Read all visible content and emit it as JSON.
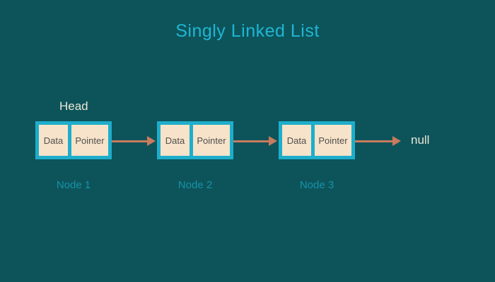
{
  "title": "Singly Linked List",
  "head_label": "Head",
  "null_label": "null",
  "nodes": [
    {
      "label": "Node 1",
      "data_label": "Data",
      "pointer_label": "Pointer"
    },
    {
      "label": "Node 2",
      "data_label": "Data",
      "pointer_label": "Pointer"
    },
    {
      "label": "Node 3",
      "data_label": "Data",
      "pointer_label": "Pointer"
    }
  ],
  "colors": {
    "bg": "#0d545a",
    "title": "#1fb6d4",
    "node-border": "#1eaecb",
    "cell-fill": "#f7e3c9",
    "cell-text": "#4f4f4f",
    "arrow": "#c97b5e",
    "cream-text": "#ece5d6",
    "node-label": "#1593a8"
  }
}
